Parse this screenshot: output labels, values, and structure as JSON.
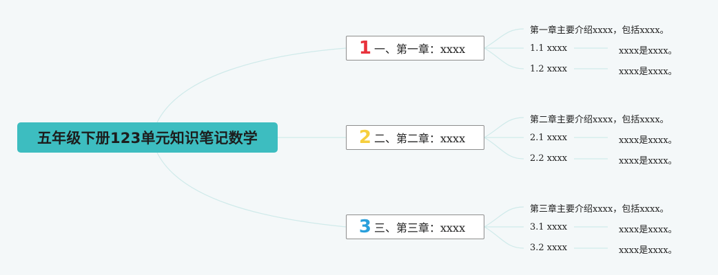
{
  "root": {
    "title": "五年级下册123单元知识笔记数学"
  },
  "colors": {
    "root_bg": "#3dbdc0",
    "connector": "#cfeaea",
    "num1": "#e8323c",
    "num2": "#f6cf3e",
    "num3": "#2aa0dc"
  },
  "chapters": [
    {
      "number": "1",
      "title": "一、第一章：xxxx",
      "summary": "第一章主要介绍xxxx，包括xxxx。",
      "items": [
        {
          "label": "1.1 xxxx",
          "desc": "xxxx是xxxx。"
        },
        {
          "label": "1.2 xxxx",
          "desc": "xxxx是xxxx。"
        }
      ]
    },
    {
      "number": "2",
      "title": "二、第二章：xxxx",
      "summary": "第二章主要介绍xxxx，包括xxxx。",
      "items": [
        {
          "label": "2.1 xxxx",
          "desc": "xxxx是xxxx。"
        },
        {
          "label": "2.2 xxxx",
          "desc": "xxxx是xxxx。"
        }
      ]
    },
    {
      "number": "3",
      "title": "三、第三章：xxxx",
      "summary": "第三章主要介绍xxxx，包括xxxx。",
      "items": [
        {
          "label": "3.1 xxxx",
          "desc": "xxxx是xxxx。"
        },
        {
          "label": "3.2 xxxx",
          "desc": "xxxx是xxxx。"
        }
      ]
    }
  ]
}
